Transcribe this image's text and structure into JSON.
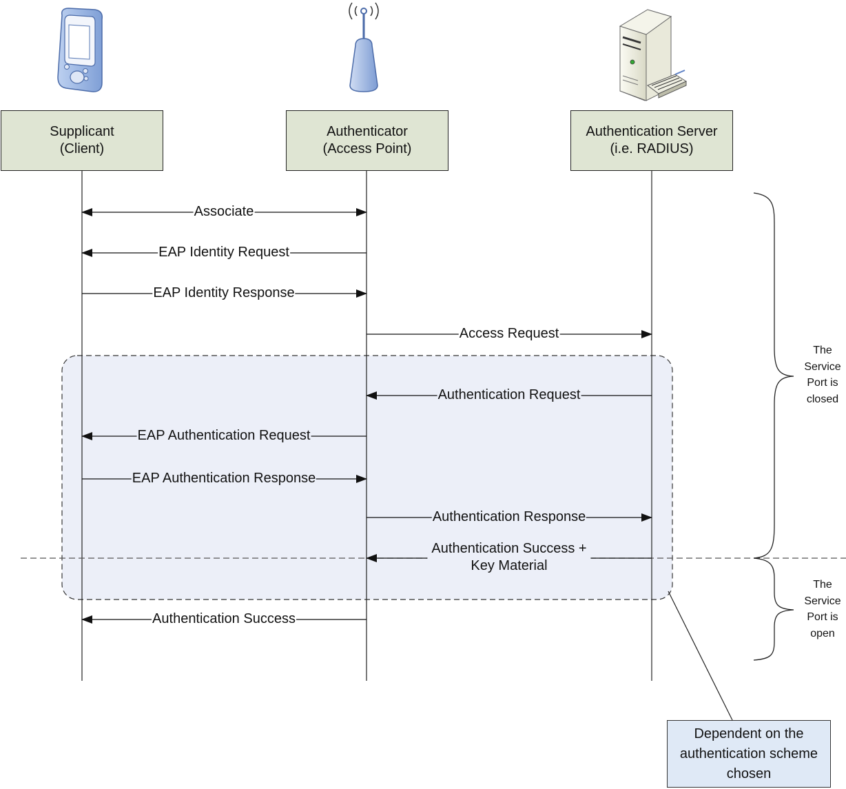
{
  "actors": [
    {
      "id": "supplicant",
      "line1": "Supplicant",
      "line2": "(Client)",
      "icon": "pda-device-icon"
    },
    {
      "id": "authenticator",
      "line1": "Authenticator",
      "line2": "(Access Point)",
      "icon": "wireless-access-point-icon"
    },
    {
      "id": "server",
      "line1": "Authentication Server",
      "line2": "(i.e. RADIUS)",
      "icon": "server-tower-icon"
    }
  ],
  "messages": [
    {
      "from": "authenticator",
      "to": "supplicant",
      "label": "Associate",
      "bidirectional": true
    },
    {
      "from": "authenticator",
      "to": "supplicant",
      "label": "EAP Identity Request"
    },
    {
      "from": "supplicant",
      "to": "authenticator",
      "label": "EAP Identity Response"
    },
    {
      "from": "authenticator",
      "to": "server",
      "label": "Access Request"
    },
    {
      "from": "server",
      "to": "authenticator",
      "label": "Authentication Request"
    },
    {
      "from": "authenticator",
      "to": "supplicant",
      "label": "EAP Authentication Request"
    },
    {
      "from": "supplicant",
      "to": "authenticator",
      "label": "EAP Authentication Response"
    },
    {
      "from": "authenticator",
      "to": "server",
      "label": "Authentication Response"
    },
    {
      "from": "server",
      "to": "authenticator",
      "label": "Authentication Success +\nKey Material"
    },
    {
      "from": "authenticator",
      "to": "supplicant",
      "label": "Authentication Success"
    }
  ],
  "notes": {
    "port_closed": "The\nService\nPort is\nclosed",
    "port_open": "The\nService\nPort is\nopen",
    "callout": "Dependent on the\nauthentication scheme\nchosen"
  },
  "colors": {
    "actor_box_fill": "#dfe5d3",
    "region_fill": "#eceff8",
    "callout_fill": "#dfe9f6",
    "icon_blue": "#8eaadb",
    "line": "#222222"
  }
}
